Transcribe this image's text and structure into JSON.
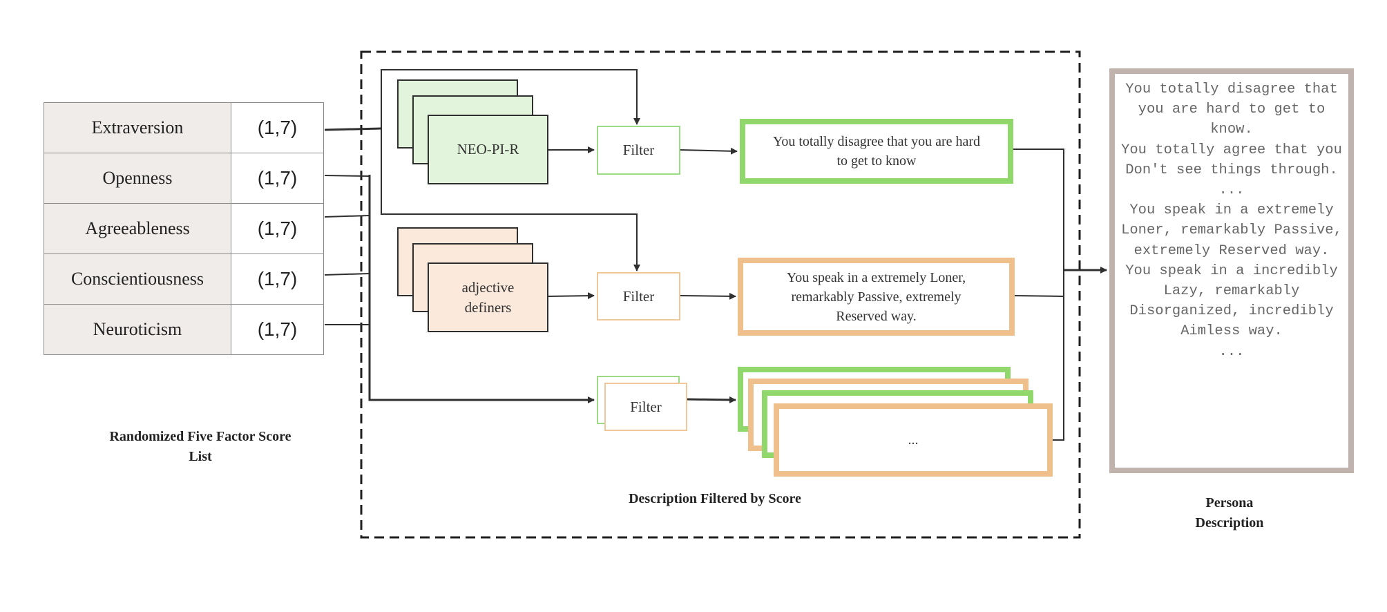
{
  "factors": [
    {
      "name": "Extraversion",
      "score": "(1,7)"
    },
    {
      "name": "Openness",
      "score": "(1,7)"
    },
    {
      "name": "Agreeableness",
      "score": "(1,7)"
    },
    {
      "name": "Conscientiousness",
      "score": "(1,7)"
    },
    {
      "name": "Neuroticism",
      "score": "(1,7)"
    }
  ],
  "captions": {
    "score_list": "Randomized Five Factor Score List",
    "filtered": "Description Filtered by Score",
    "persona": "Persona Description"
  },
  "sources": {
    "neo": "NEO-PI-R",
    "adjective": "adjective definers"
  },
  "filters": {
    "filter1": "Filter",
    "filter2": "Filter",
    "filter3": "Filter"
  },
  "descriptions": {
    "neo_desc": "You totally disagree that you are hard to get to know",
    "adj_desc": "You speak in a extremely Loner, remarkably Passive, extremely Reserved way.",
    "more": "..."
  },
  "persona_lines": [
    "You totally disagree that you are hard to get to know.",
    "You totally agree that you Don't see things through.",
    "...",
    "You speak in a extremely Loner, remarkably Passive, extremely Reserved way.",
    "You speak in a incredibly Lazy, remarkably Disorganized, incredibly Aimless way.",
    "..."
  ],
  "colors": {
    "green_border": "#90d86c",
    "orange_border": "#f0c08c",
    "persona_border": "#c0b2ad",
    "line": "#2f2f2f"
  }
}
